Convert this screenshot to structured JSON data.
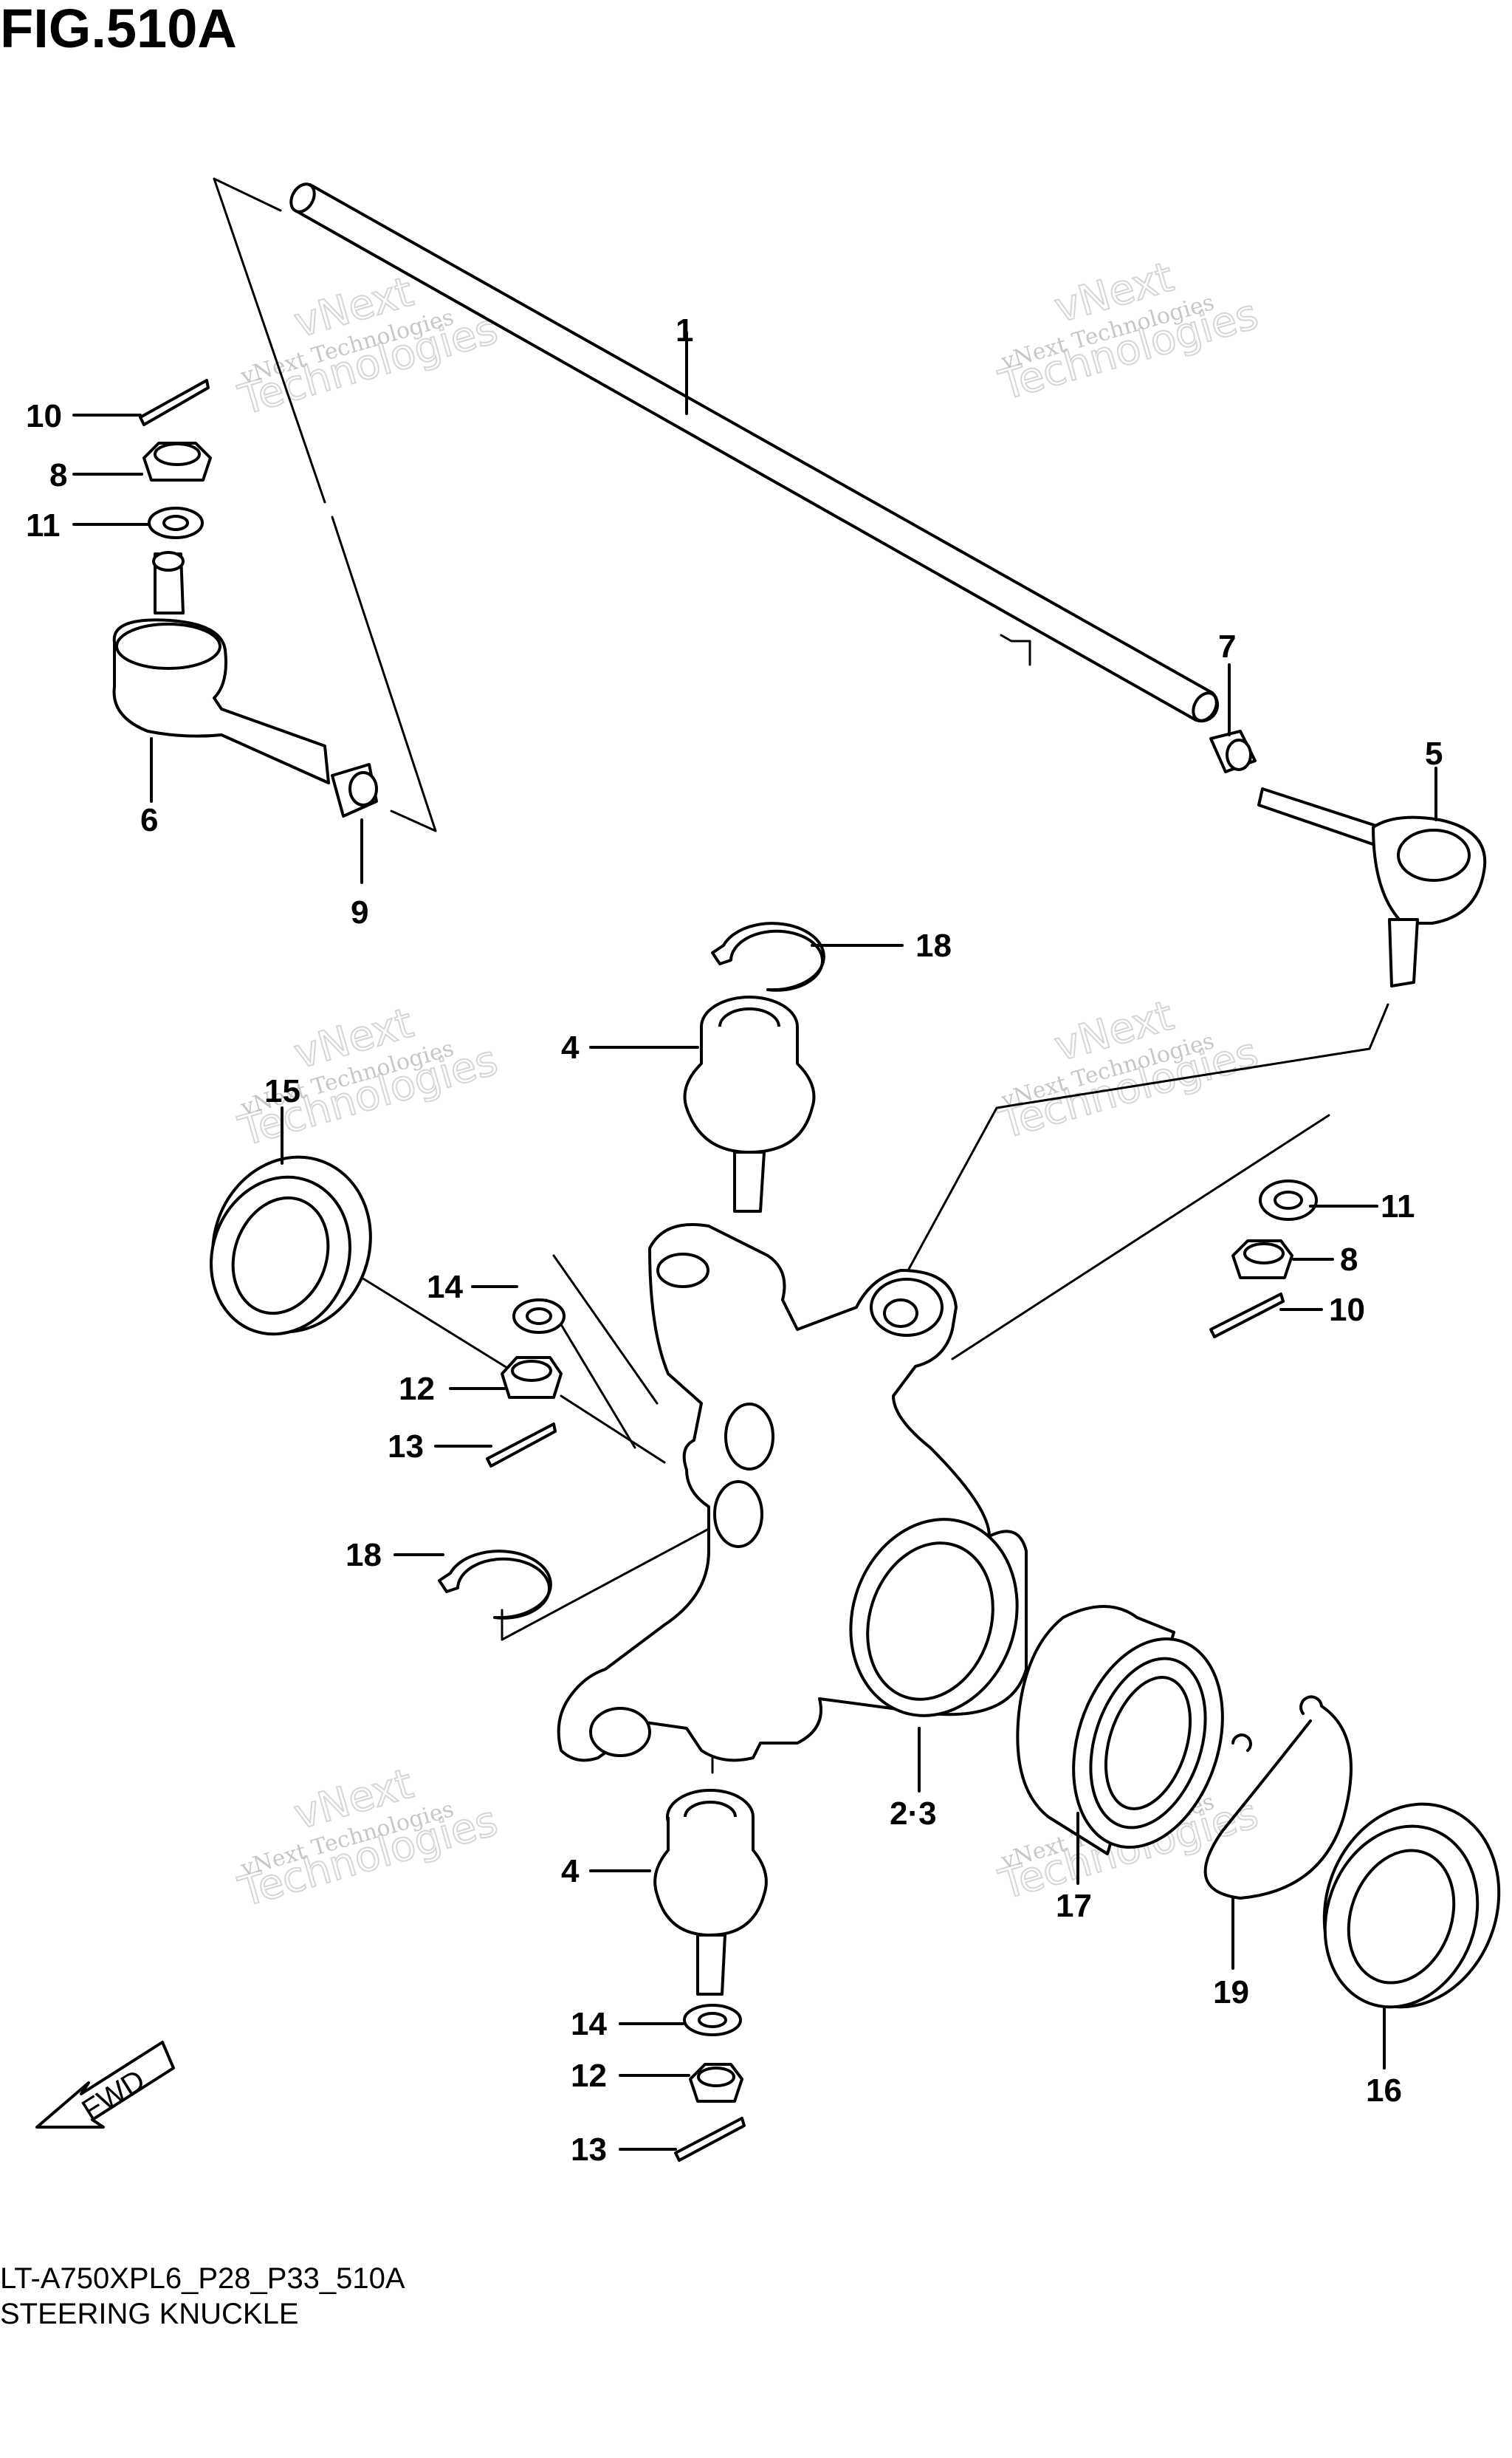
{
  "figure": {
    "title": "FIG.510A",
    "model_code": "LT-A750XPL6_P28_P33_510A",
    "section_name": "STEERING KNUCKLE",
    "direction_label": "FWD"
  },
  "callouts": [
    {
      "id": "c1",
      "text": "1"
    },
    {
      "id": "c10a",
      "text": "10"
    },
    {
      "id": "c8a",
      "text": "8"
    },
    {
      "id": "c11a",
      "text": "11"
    },
    {
      "id": "c6",
      "text": "6"
    },
    {
      "id": "c9",
      "text": "9"
    },
    {
      "id": "c7",
      "text": "7"
    },
    {
      "id": "c5",
      "text": "5"
    },
    {
      "id": "c18a",
      "text": "18"
    },
    {
      "id": "c4a",
      "text": "4"
    },
    {
      "id": "c15",
      "text": "15"
    },
    {
      "id": "c11b",
      "text": "11"
    },
    {
      "id": "c8b",
      "text": "8"
    },
    {
      "id": "c10b",
      "text": "10"
    },
    {
      "id": "c14a",
      "text": "14"
    },
    {
      "id": "c12a",
      "text": "12"
    },
    {
      "id": "c13a",
      "text": "13"
    },
    {
      "id": "c18b",
      "text": "18"
    },
    {
      "id": "c23",
      "text": "2·3"
    },
    {
      "id": "c4b",
      "text": "4"
    },
    {
      "id": "c17",
      "text": "17"
    },
    {
      "id": "c19",
      "text": "19"
    },
    {
      "id": "c16",
      "text": "16"
    },
    {
      "id": "c14b",
      "text": "14"
    },
    {
      "id": "c12b",
      "text": "12"
    },
    {
      "id": "c13b",
      "text": "13"
    }
  ],
  "watermark": {
    "line1": "vNext Technologies",
    "line2": "vNext",
    "line3": "Technologies"
  }
}
